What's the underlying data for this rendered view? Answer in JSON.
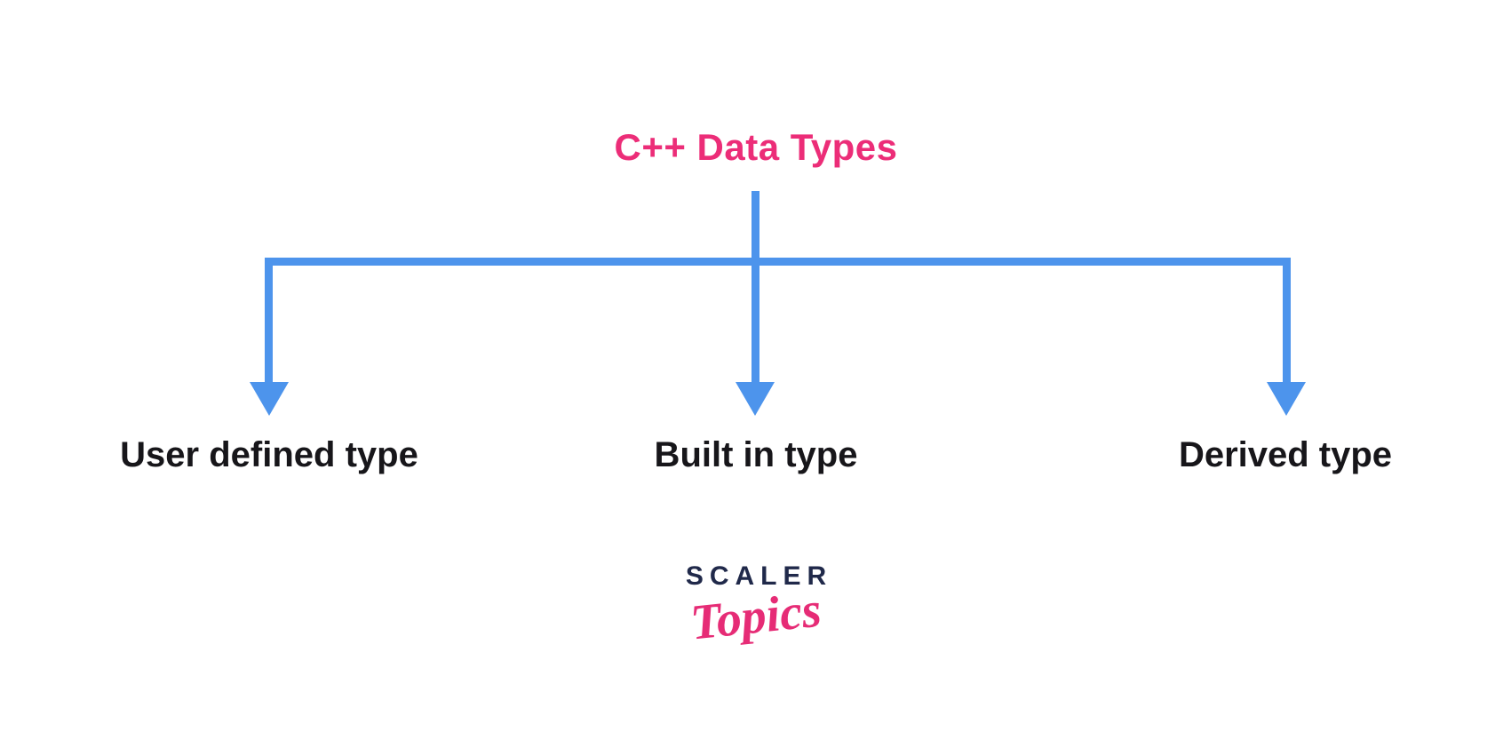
{
  "diagram": {
    "title": "C++ Data Types",
    "nodes": [
      {
        "label": "User defined type"
      },
      {
        "label": "Built in type"
      },
      {
        "label": "Derived type"
      }
    ]
  },
  "logo": {
    "line1": "SCALER",
    "line2": "Topics"
  },
  "colors": {
    "title_pink": "#EC2D78",
    "arrow_blue": "#4D94EC",
    "label_black": "#17161A",
    "logo_navy": "#20294A",
    "logo_pink": "#E62C76",
    "background": "#FFFFFF"
  }
}
